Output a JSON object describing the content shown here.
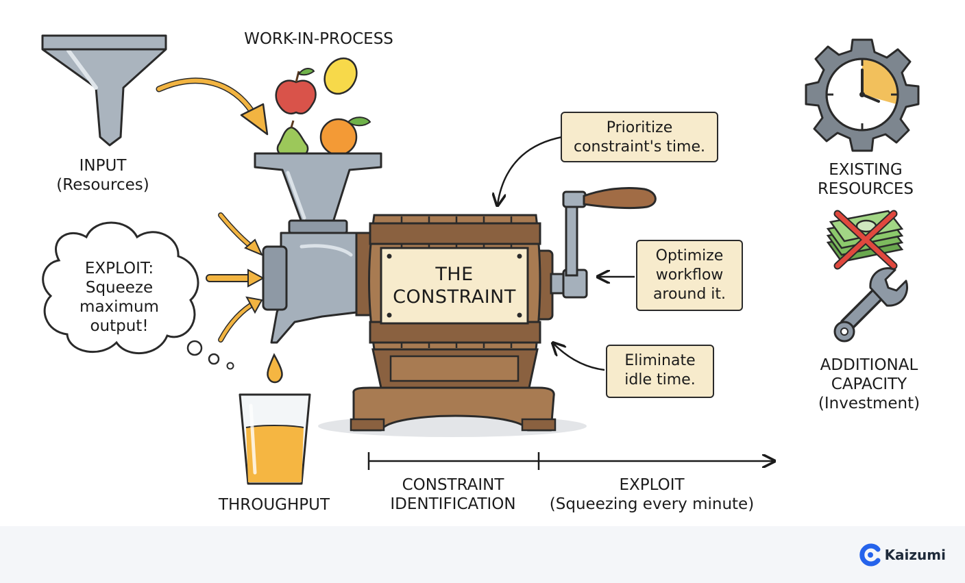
{
  "labels": {
    "work_in_process": "WORK-IN-PROCESS",
    "input_title": "INPUT",
    "input_sub": "(Resources)",
    "exploit_bubble": [
      "EXPLOIT:",
      "Squeeze",
      "maximum",
      "output!"
    ],
    "throughput": "THROUGHPUT",
    "constraint_plate": [
      "THE",
      "CONSTRAINT"
    ],
    "existing_resources": [
      "EXISTING",
      "RESOURCES"
    ],
    "additional_capacity": [
      "ADDITIONAL",
      "CAPACITY"
    ],
    "additional_capacity_sub": "(Investment)"
  },
  "notes": {
    "prioritize": [
      "Prioritize",
      "constraint's time."
    ],
    "optimize": [
      "Optimize",
      "workflow",
      "around it."
    ],
    "eliminate": [
      "Eliminate",
      "idle time."
    ]
  },
  "timeline": {
    "segment_1": [
      "CONSTRAINT",
      "IDENTIFICATION"
    ],
    "segment_2_title": "EXPLOIT",
    "segment_2_sub": "(Squeezing every minute)"
  },
  "brand": {
    "name": "Kaizumi",
    "color": "#2563eb"
  },
  "icons": [
    "funnel-icon",
    "apple-icon",
    "lemon-icon",
    "pear-icon",
    "orange-icon",
    "grinder-icon",
    "crank-handle-icon",
    "juice-glass-icon",
    "juice-drop-icon",
    "thought-bubble-icon",
    "gear-clock-icon",
    "crossed-money-icon",
    "wrench-icon",
    "kaizumi-logo-icon"
  ],
  "colors": {
    "note_bg": "#f7ebcc",
    "arrow_accent": "#f2b441",
    "metal": "#9aa6b2",
    "wood": "#a87b52",
    "juice": "#f5b642"
  }
}
